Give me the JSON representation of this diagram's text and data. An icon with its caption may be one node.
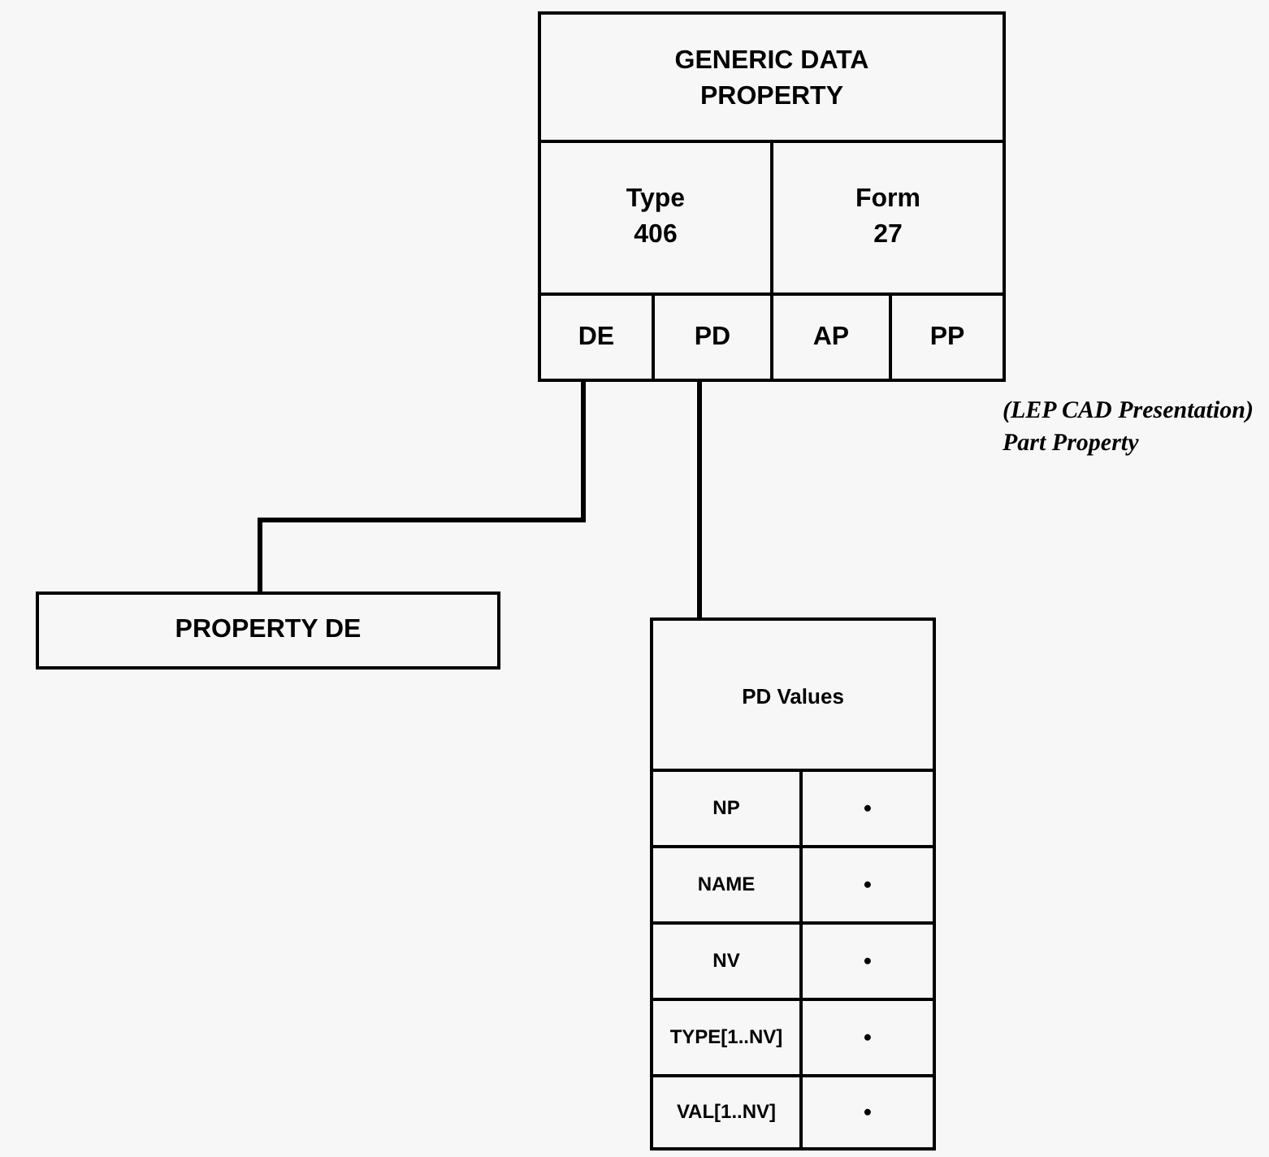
{
  "diagram": {
    "nodes": [
      {
        "text": [
          "GENERIC DATA PROPERTY"
        ]
      },
      {
        "text": [
          "Type 406"
        ],
        "in": 0
      },
      {
        "text": [
          "Form 27"
        ],
        "in": 0
      },
      {
        "text": [
          "DE"
        ],
        "in": 0
      },
      {
        "text": [
          "PD"
        ],
        "in": 0
      },
      {
        "text": [
          "AP"
        ],
        "in": 0
      },
      {
        "text": [
          "PP"
        ],
        "in": 0,
        "beside": [
          "(LEP CAD Presentation) Part Property"
        ]
      },
      {
        "text": [
          "PROPERTY DE"
        ]
      },
      {
        "text": [
          "PD Values"
        ]
      },
      {
        "text": [
          "NP"
        ],
        "in": 8
      },
      {
        "text": [
          "•"
        ],
        "in": 8
      },
      {
        "text": [
          "NAME"
        ],
        "in": 8
      },
      {
        "text": [
          "•"
        ],
        "in": 8
      },
      {
        "text": [
          "NV"
        ],
        "in": 8
      },
      {
        "text": [
          "•"
        ],
        "in": 8
      },
      {
        "text": [
          "TYPE[1..NV]"
        ],
        "in": 8
      },
      {
        "text": [
          "•"
        ],
        "in": 8
      },
      {
        "text": [
          "VAL[1..NV]"
        ],
        "in": 8
      },
      {
        "text": [
          "•"
        ],
        "in": 8
      }
    ],
    "edges": [
      {
        "from": 3,
        "to": 7,
        "arrow": "none"
      },
      {
        "from": 4,
        "to": 8,
        "arrow": "none"
      }
    ]
  }
}
